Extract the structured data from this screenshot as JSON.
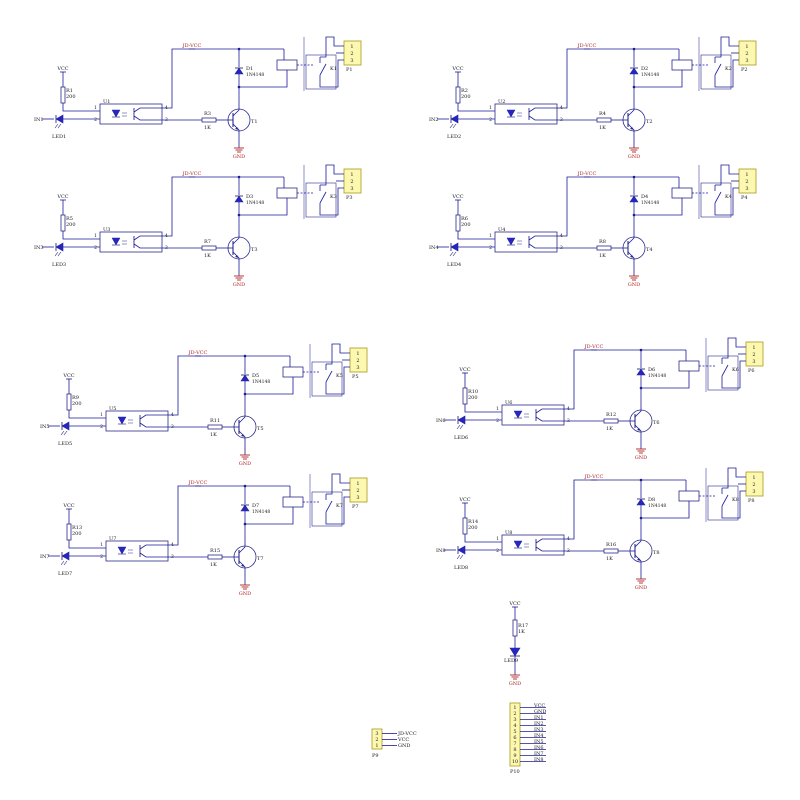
{
  "colors": {
    "paper": "#fefdf2",
    "wire": "#1a1a9a",
    "component": "#2a2a8a",
    "label": "#1a1a1a",
    "net_label": "#b22222",
    "connector_fill": "#fdf8b0",
    "connector_border": "#a89a20",
    "diode_fill": "#2424c8",
    "ground": "#b22222"
  },
  "channels": [
    {
      "input": "IN1",
      "led": "LED1",
      "res_top": "R1",
      "res_top_val": "200",
      "opto": "U1",
      "res_base": "R3",
      "res_base_val": "1K",
      "transistor": "T1",
      "diode": "D1",
      "diode_val": "1N4148",
      "relay": "K1",
      "connector": "P1",
      "vcc": "VCC",
      "jd_vcc": "JD-VCC",
      "gnd": "GND",
      "pins": [
        "1",
        "2",
        "3"
      ],
      "opto_pins": [
        "1",
        "2",
        "3",
        "4"
      ]
    },
    {
      "input": "IN2",
      "led": "LED2",
      "res_top": "R2",
      "res_top_val": "200",
      "opto": "U2",
      "res_base": "R4",
      "res_base_val": "1K",
      "transistor": "T2",
      "diode": "D2",
      "diode_val": "1N4148",
      "relay": "K2",
      "connector": "P2",
      "vcc": "VCC",
      "jd_vcc": "JD-VCC",
      "gnd": "GND",
      "pins": [
        "1",
        "2",
        "3"
      ],
      "opto_pins": [
        "1",
        "2",
        "3",
        "4"
      ]
    },
    {
      "input": "IN3",
      "led": "LED3",
      "res_top": "R5",
      "res_top_val": "200",
      "opto": "U3",
      "res_base": "R7",
      "res_base_val": "1K",
      "transistor": "T3",
      "diode": "D3",
      "diode_val": "1N4148",
      "relay": "K3",
      "connector": "P3",
      "vcc": "VCC",
      "jd_vcc": "JD-VCC",
      "gnd": "GND",
      "pins": [
        "1",
        "2",
        "3"
      ],
      "opto_pins": [
        "1",
        "2",
        "3",
        "4"
      ]
    },
    {
      "input": "IN4",
      "led": "LED4",
      "res_top": "R6",
      "res_top_val": "200",
      "opto": "U4",
      "res_base": "R8",
      "res_base_val": "1K",
      "transistor": "T4",
      "diode": "D4",
      "diode_val": "1N4148",
      "relay": "K4",
      "connector": "P4",
      "vcc": "VCC",
      "jd_vcc": "JD-VCC",
      "gnd": "GND",
      "pins": [
        "1",
        "2",
        "3"
      ],
      "opto_pins": [
        "1",
        "2",
        "3",
        "4"
      ]
    },
    {
      "input": "IN5",
      "led": "LED5",
      "res_top": "R9",
      "res_top_val": "200",
      "opto": "U5",
      "res_base": "R11",
      "res_base_val": "1K",
      "transistor": "T5",
      "diode": "D5",
      "diode_val": "1N4148",
      "relay": "K5",
      "connector": "P5",
      "vcc": "VCC",
      "jd_vcc": "JD-VCC",
      "gnd": "GND",
      "pins": [
        "1",
        "2",
        "3"
      ],
      "opto_pins": [
        "1",
        "2",
        "3",
        "4"
      ]
    },
    {
      "input": "IN6",
      "led": "LED6",
      "res_top": "R10",
      "res_top_val": "200",
      "opto": "U6",
      "res_base": "R12",
      "res_base_val": "1K",
      "transistor": "T6",
      "diode": "D6",
      "diode_val": "1N4148",
      "relay": "K6",
      "connector": "P6",
      "vcc": "VCC",
      "jd_vcc": "JD-VCC",
      "gnd": "GND",
      "pins": [
        "1",
        "2",
        "3"
      ],
      "opto_pins": [
        "1",
        "2",
        "3",
        "4"
      ]
    },
    {
      "input": "IN7",
      "led": "LED7",
      "res_top": "R13",
      "res_top_val": "200",
      "opto": "U7",
      "res_base": "R15",
      "res_base_val": "1K",
      "transistor": "T7",
      "diode": "D7",
      "diode_val": "1N4148",
      "relay": "K7",
      "connector": "P7",
      "vcc": "VCC",
      "jd_vcc": "JD-VCC",
      "gnd": "GND",
      "pins": [
        "1",
        "2",
        "3"
      ],
      "opto_pins": [
        "1",
        "2",
        "3",
        "4"
      ]
    },
    {
      "input": "IN8",
      "led": "LED8",
      "res_top": "R14",
      "res_top_val": "200",
      "opto": "U8",
      "res_base": "R16",
      "res_base_val": "1K",
      "transistor": "T8",
      "diode": "D8",
      "diode_val": "1N4148",
      "relay": "K8",
      "connector": "P8",
      "vcc": "VCC",
      "jd_vcc": "JD-VCC",
      "gnd": "GND",
      "pins": [
        "1",
        "2",
        "3"
      ],
      "opto_pins": [
        "1",
        "2",
        "3",
        "4"
      ]
    }
  ],
  "power_led": {
    "vcc": "VCC",
    "resistor": "R17",
    "resistor_val": "1K",
    "led": "LED9",
    "gnd": "GND"
  },
  "p9": {
    "name": "P9",
    "pins": [
      "3",
      "2",
      "1"
    ],
    "nets": [
      "JD-VCC",
      "VCC",
      "GND"
    ]
  },
  "p10": {
    "name": "P10",
    "pins": [
      "1",
      "2",
      "3",
      "4",
      "5",
      "6",
      "7",
      "8",
      "9",
      "10"
    ],
    "nets": [
      "VCC",
      "GND",
      "IN1",
      "IN2",
      "IN3",
      "IN4",
      "IN5",
      "IN6",
      "IN7",
      "IN8"
    ]
  }
}
